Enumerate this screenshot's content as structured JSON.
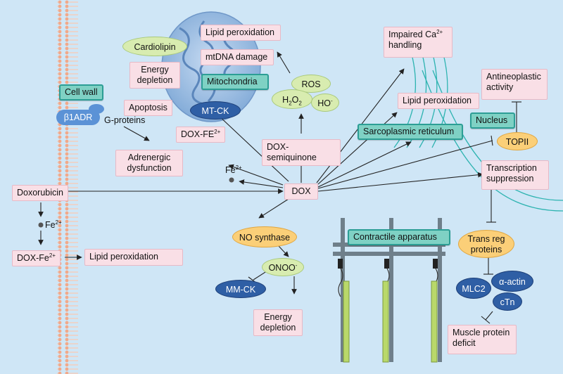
{
  "labels": {
    "doxorubicin": "Doxorubicin",
    "fe_left": "Fe",
    "dox_fe_left": "DOX-Fe",
    "lipid_perox_bottom": "Lipid peroxidation",
    "cell_wall": "Cell wall",
    "b1adr": "β1ADR",
    "g_proteins": "G-proteins",
    "adrenergic_1": "Adrenergic",
    "adrenergic_2": "dysfunction",
    "cardiolipin": "Cardiolipin",
    "energy_depletion_top_1": "Energy",
    "energy_depletion_top_2": "depletion",
    "apoptosis": "Apoptosis",
    "lipid_perox_top": "Lipid peroxidation",
    "mtdna": "mtDNA damage",
    "mitochondria": "Mitochondria",
    "mt_ck": "MT-CK",
    "ros": "ROS",
    "h2o2_h": "H",
    "h2o2_sub1": "2",
    "h2o2_o": "O",
    "h2o2_sub2": "2",
    "ho": "HO",
    "dox_fe_mid": "DOX-FE",
    "fe_mid": "Fe",
    "charge_2plus": "2+",
    "charge_minus": "-",
    "dox_semiquinone": "DOX-semiquinone",
    "dox": "DOX",
    "no_synthase": "NO synthase",
    "onoo": "ONOO",
    "mm_ck": "MM-CK",
    "energy_depletion_bottom_1": "Energy",
    "energy_depletion_bottom_2": "depletion",
    "impaired_ca_1": "Impaired Ca",
    "impaired_ca_2": "handling",
    "lipid_perox_right": "Lipid peroxidation",
    "sarcoplasmic": "Sarcoplasmic reticulum",
    "antineoplastic_1": "Antineoplastic",
    "antineoplastic_2": "activity",
    "nucleus": "Nucleus",
    "topii": "TOPII",
    "transcription_1": "Transcription",
    "transcription_2": "suppression",
    "contractile": "Contractile apparatus",
    "trans_reg_1": "Trans reg",
    "trans_reg_2": "proteins",
    "mlc2": "MLC2",
    "alpha_actin": "α-actin",
    "ctn": "cTn",
    "muscle_protein_1": "Muscle protein",
    "muscle_protein_2": "deficit"
  },
  "colors": {
    "background": "#cfe6f6",
    "pink_box": "#f9dfe6",
    "teal_box": "#7fd1c4",
    "orange_oval": "#fbcf78",
    "green_oval": "#d8ecb0",
    "blue_oval": "#2f5fa5",
    "membrane": "#f0b49a"
  }
}
